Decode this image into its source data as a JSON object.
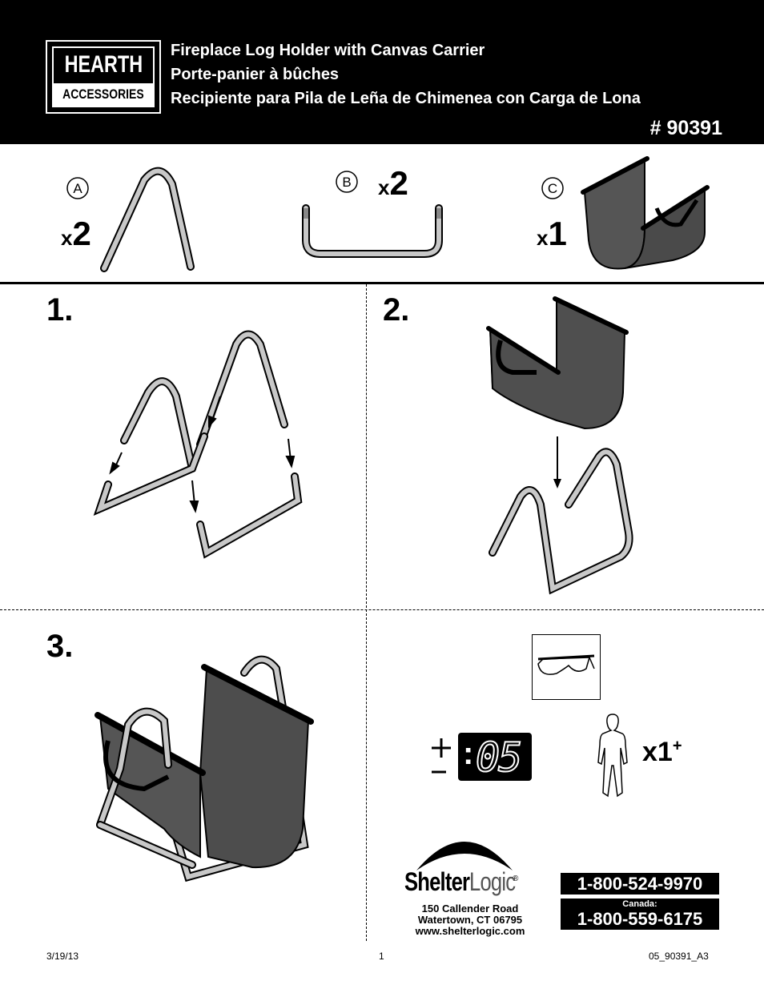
{
  "header": {
    "logo_top": "HEARTH",
    "logo_bottom": "ACCESSORIES",
    "title_en": "Fireplace Log Holder with Canvas Carrier",
    "title_fr": "Porte-panier à bûches",
    "title_es": "Recipiente para Pila de Leña de Chimenea con Carga de Lona",
    "model": "# 90391"
  },
  "parts": [
    {
      "letter": "A",
      "qty_prefix": "x",
      "qty": "2"
    },
    {
      "letter": "B",
      "qty_prefix": "x",
      "qty": "2"
    },
    {
      "letter": "C",
      "qty_prefix": "x",
      "qty": "1"
    }
  ],
  "steps": [
    "1.",
    "2.",
    "3."
  ],
  "info": {
    "time_display": "05",
    "people": "x1",
    "people_sup": "+"
  },
  "company": {
    "brand_a": "Shelter",
    "brand_b": "Logic",
    "reg": "®",
    "address1": "150 Callender Road",
    "address2": "Watertown, CT 06795",
    "website": "www.shelterlogic.com",
    "phone_us": "1-800-524-9970",
    "canada_label": "Canada:",
    "phone_ca": "1-800-559-6175"
  },
  "footer": {
    "date": "3/19/13",
    "page": "1",
    "doc_code": "05_90391_A3"
  },
  "colors": {
    "tube_fill": "#c8c8c8",
    "canvas": "#555555",
    "ink": "#000000"
  }
}
